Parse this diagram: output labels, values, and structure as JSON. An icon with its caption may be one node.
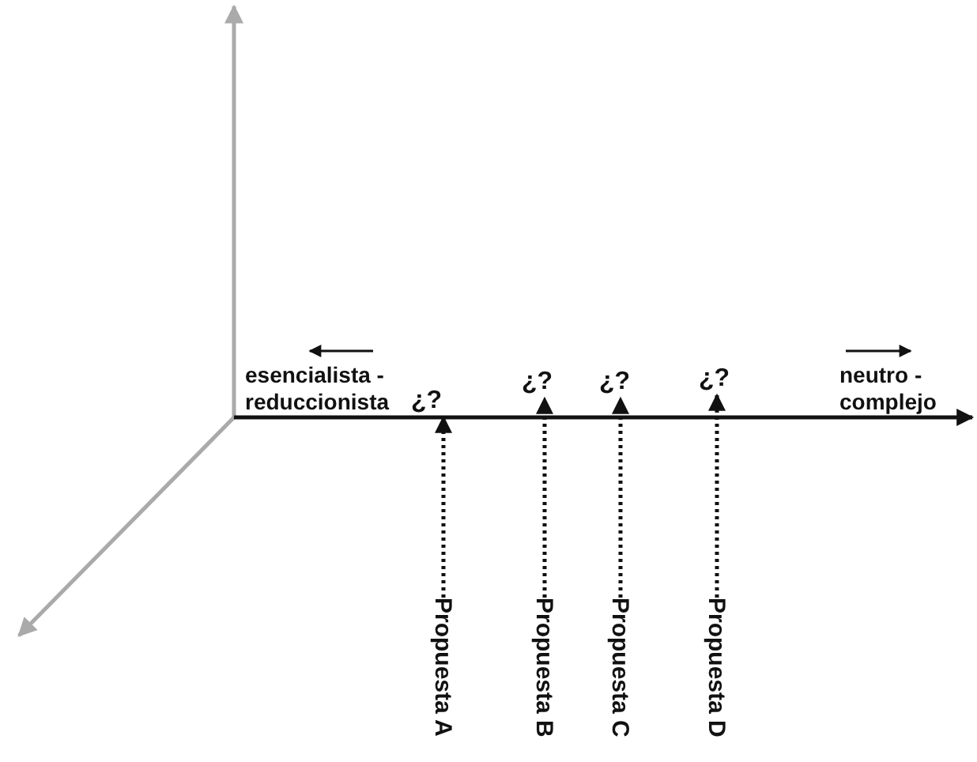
{
  "diagram": {
    "nodes": [
      {
        "text": [
          "¿?"
        ]
      },
      {
        "text": [
          "¿?"
        ]
      },
      {
        "text": [
          "¿?"
        ]
      },
      {
        "text": [
          "¿?"
        ]
      },
      {
        "text": [
          "Propuesta A"
        ]
      },
      {
        "text": [
          "Propuesta B"
        ]
      },
      {
        "text": [
          "Propuesta C"
        ]
      },
      {
        "text": [
          "Propuesta D"
        ]
      }
    ],
    "edges": [
      {
        "from": 4,
        "to": 0,
        "arrow": "to",
        "style": "dashed"
      },
      {
        "from": 5,
        "to": 1,
        "arrow": "to",
        "style": "dashed"
      },
      {
        "from": 6,
        "to": 2,
        "arrow": "to",
        "style": "dashed"
      },
      {
        "from": 7,
        "to": 3,
        "arrow": "to",
        "style": "dashed"
      }
    ],
    "labels": [
      "esencialista - reduccionista",
      "neutro - complejo"
    ]
  }
}
